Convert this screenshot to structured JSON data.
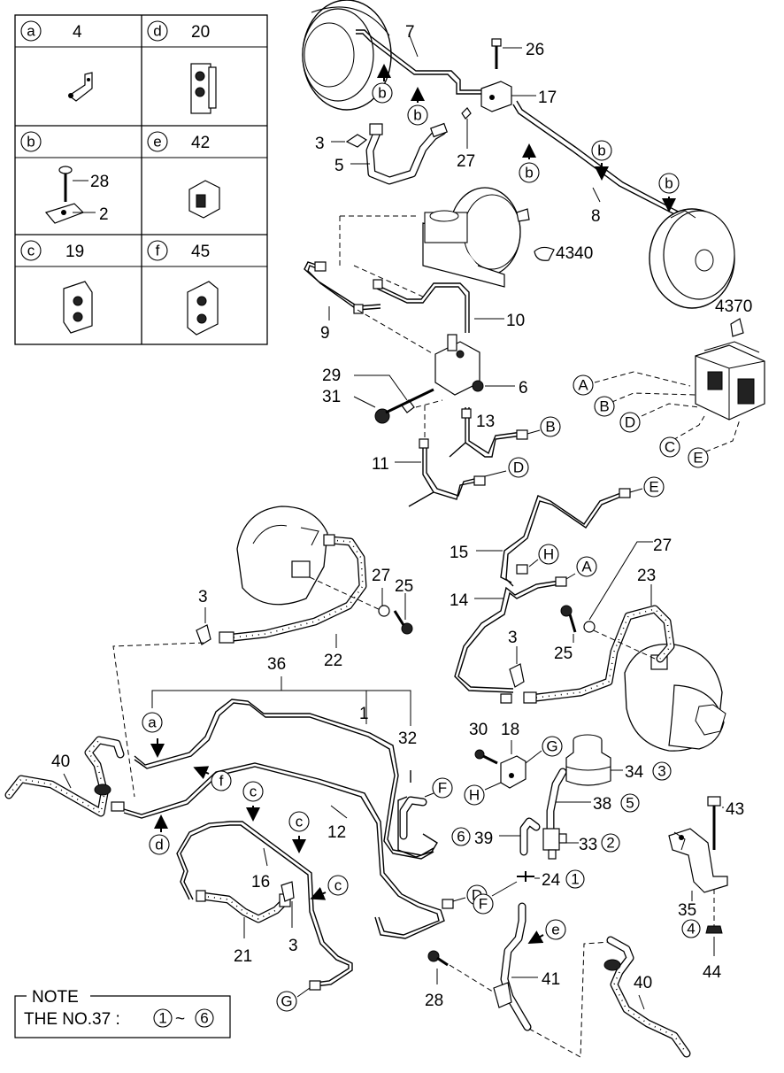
{
  "legend": {
    "cells": [
      {
        "letter": "a",
        "number": "4",
        "part_numbers": []
      },
      {
        "letter": "d",
        "number": "20",
        "part_numbers": []
      },
      {
        "letter": "b",
        "number": "",
        "part_numbers": [
          "28",
          "2"
        ]
      },
      {
        "letter": "e",
        "number": "42",
        "part_numbers": []
      },
      {
        "letter": "c",
        "number": "19",
        "part_numbers": []
      },
      {
        "letter": "f",
        "number": "45",
        "part_numbers": []
      }
    ]
  },
  "labels": {
    "p7": "7",
    "p26": "26",
    "p17": "17",
    "p3_top": "3",
    "p5": "5",
    "p27_top": "27",
    "p8": "8",
    "p4340": "4340",
    "p9": "9",
    "p10": "10",
    "p4370": "4370",
    "p29": "29",
    "p31": "31",
    "p6": "6",
    "p13": "13",
    "p11": "11",
    "p15": "15",
    "p14": "14",
    "p27_mid": "27",
    "p25_left": "25",
    "p3_mid_left": "3",
    "p22": "22",
    "p36": "36",
    "p1": "1",
    "p32": "32",
    "p23": "23",
    "p25_right": "25",
    "p3_mid_right": "3",
    "p40_left": "40",
    "p12": "12",
    "p16": "16",
    "p21": "21",
    "p3_bottom": "3",
    "p30": "30",
    "p18": "18",
    "p34": "34",
    "p38": "38",
    "p39": "39",
    "p33": "33",
    "p24": "24",
    "p43": "43",
    "p35": "35",
    "p44": "44",
    "p28_bottom": "28",
    "p41": "41",
    "p40_right": "40"
  },
  "circle_letters": {
    "b1": "b",
    "b2": "b",
    "b3": "b",
    "b4": "b",
    "b5": "b",
    "A1": "A",
    "B1": "B",
    "D1": "D",
    "C1": "C",
    "E1": "E",
    "B2": "B",
    "D2": "D",
    "E2": "E",
    "H1": "H",
    "A2": "A",
    "a1": "a",
    "f1": "f",
    "d1": "d",
    "c1": "c",
    "c2": "c",
    "c3": "c",
    "F1": "F",
    "D3": "D",
    "F2": "F",
    "G1": "G",
    "H2": "H",
    "G2": "G",
    "e1": "e"
  },
  "circle_numbers": {
    "n3": "3",
    "n5": "5",
    "n6": "6",
    "n2": "2",
    "n1": "1",
    "n4": "4"
  },
  "note": {
    "title": "NOTE",
    "text": "THE NO.37 :",
    "range_start": "1",
    "range_sep": "~",
    "range_end": "6"
  }
}
